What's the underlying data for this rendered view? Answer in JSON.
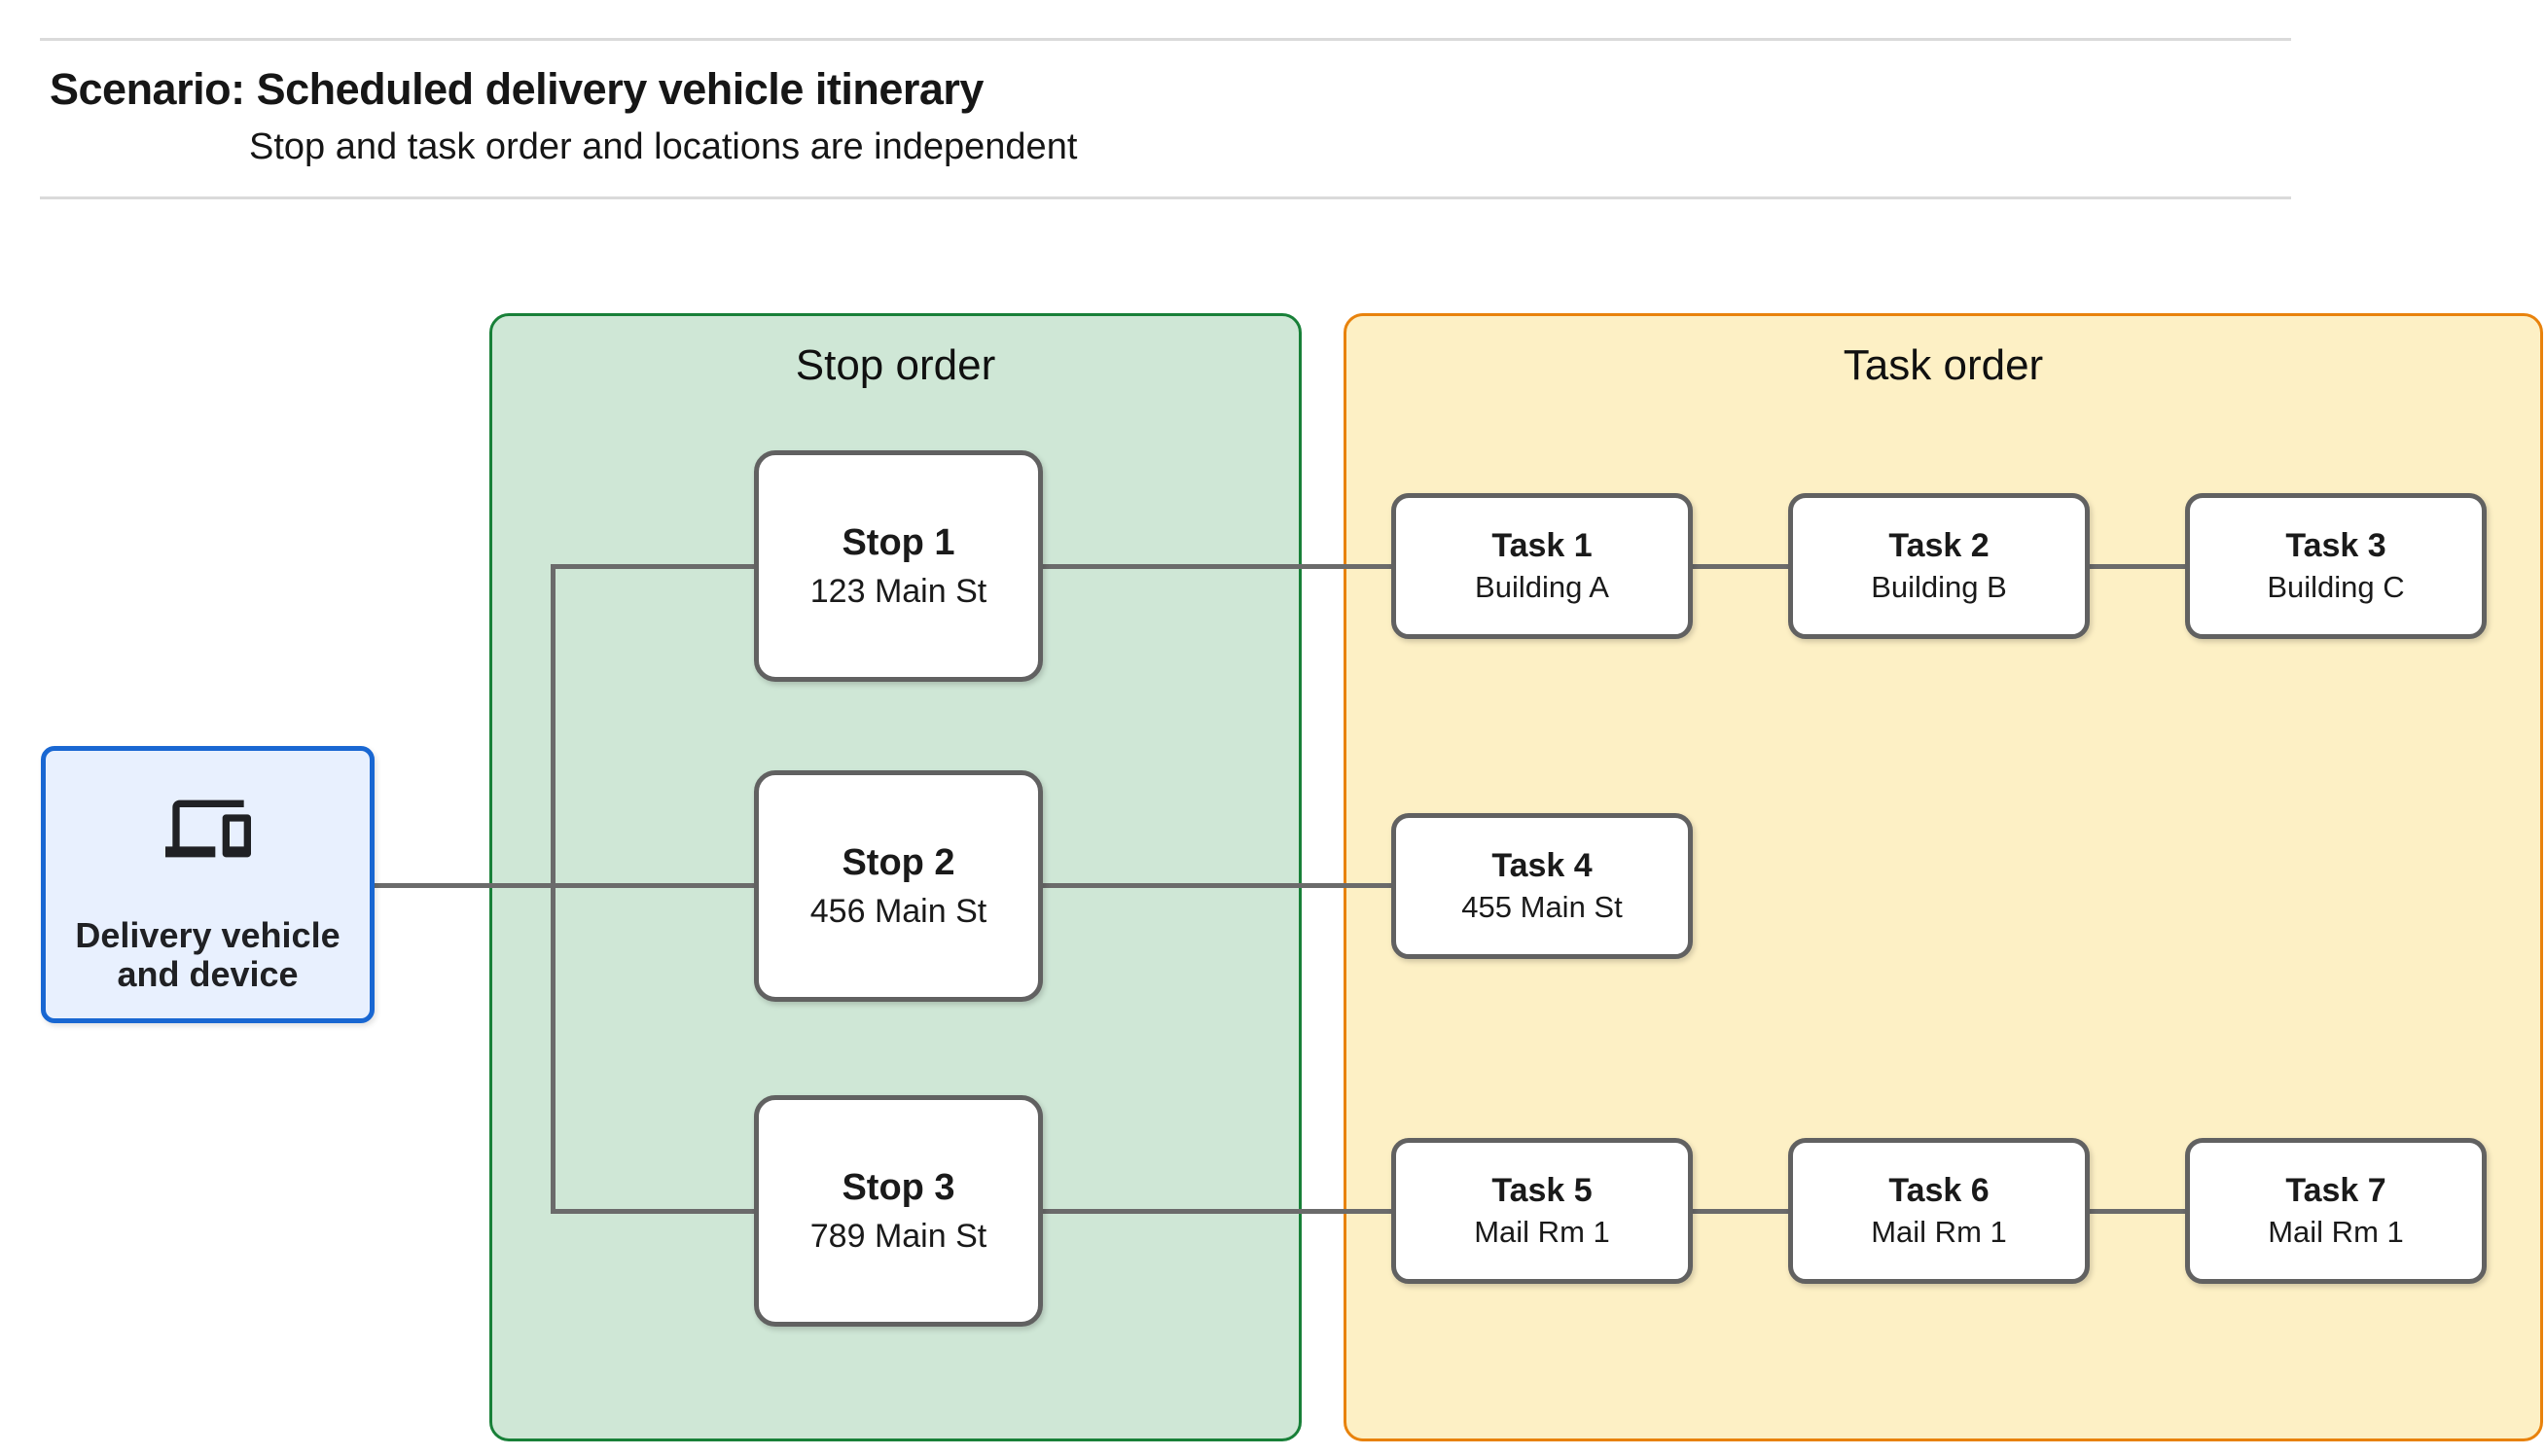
{
  "header": {
    "title": "Scenario: Scheduled delivery vehicle itinerary",
    "subtitle": "Stop and task order and locations are independent"
  },
  "diagram": {
    "source": {
      "label": "Delivery vehicle and device",
      "icon": "devices-icon",
      "fill": "#e8f0fe",
      "border": "#1967d2",
      "icon_color": "#202124"
    },
    "stop_group": {
      "title": "Stop order",
      "fill": "#cfe7d6",
      "border": "#188038",
      "stops": [
        {
          "title": "Stop 1",
          "subtitle": "123 Main St"
        },
        {
          "title": "Stop 2",
          "subtitle": "456 Main St"
        },
        {
          "title": "Stop 3",
          "subtitle": "789 Main St"
        }
      ]
    },
    "task_group": {
      "title": "Task order",
      "fill": "#fdf0c5",
      "border": "#e8820c",
      "tasks": [
        {
          "title": "Task 1",
          "subtitle": "Building A"
        },
        {
          "title": "Task 2",
          "subtitle": "Building B"
        },
        {
          "title": "Task 3",
          "subtitle": "Building C"
        },
        {
          "title": "Task 4",
          "subtitle": "455 Main St"
        },
        {
          "title": "Task 5",
          "subtitle": "Mail Rm 1"
        },
        {
          "title": "Task 6",
          "subtitle": "Mail Rm 1"
        },
        {
          "title": "Task 7",
          "subtitle": "Mail Rm 1"
        }
      ]
    },
    "connector_color": "#6b6b6b",
    "node_border_color": "#616161",
    "hairline_color": "#dadada"
  }
}
